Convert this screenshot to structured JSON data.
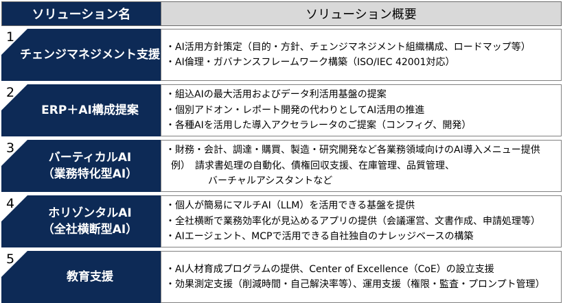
{
  "header": {
    "left": "ソリューション名",
    "right": "ソリューション概要"
  },
  "rows": [
    {
      "num": "1",
      "title_lines": [
        "チェンジマネジメント支援"
      ],
      "lines": [
        "・AI活用方針策定（目的・方針、チェンジマネジメント組織構成、ロードマップ等）",
        "・AI倫理・ガバナンスフレームワーク構築（ISO/IEC 42001対応）"
      ]
    },
    {
      "num": "2",
      "title_lines": [
        "ERP＋AI構成提案"
      ],
      "lines": [
        "・組込AIの最大活用およびデータ利活用基盤の提案",
        "・個別アドオン・レポート開発の代わりとしてAI活用の推進",
        "・各種AIを活用した導入アクセラレータのご提案（コンフィグ、開発）"
      ]
    },
    {
      "num": "3",
      "title_lines": [
        "バーティカルAI",
        "（業務特化型AI）"
      ],
      "lines": [
        "・財務・会計、調達・購買、製造・研究開発など各業務領域向けのAI導入メニュー提供",
        "例）　請求書処理の自動化、債権回収支援、在庫管理、品質管理、",
        "バーチャルアシスタントなど"
      ]
    },
    {
      "num": "4",
      "title_lines": [
        "ホリゾンタルAI",
        "（全社横断型AI）"
      ],
      "lines": [
        "・個人が簡易にマルチAI（LLM）を活用できる基盤を提供",
        "・全社横断で業務効率化が見込めるアプリの提供（会議運営、文書作成、申請処理等）",
        "・AIエージェント、MCPで活用できる自社独自のナレッジベースの構築"
      ]
    },
    {
      "num": "5",
      "title_lines": [
        "教育支援"
      ],
      "lines": [
        "・AI人材育成プログラムの提供、Center of Excellence（CoE）の設立支援",
        "・効果測定支援（削減時間・自己解決率等）、運用支援（権限・監査・プロンプト管理）"
      ]
    }
  ]
}
